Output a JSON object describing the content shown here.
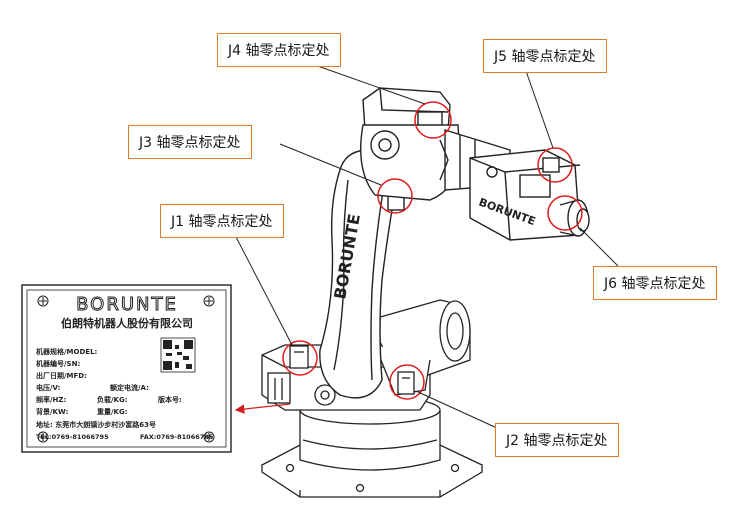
{
  "colors": {
    "callout_border": "#e07b2a",
    "marker": "#e01b1b",
    "line": "#222222",
    "arrow": "#d21e1e"
  },
  "callouts": {
    "j1": "J1 轴零点标定处",
    "j2": "J2 轴零点标定处",
    "j3": "J3 轴零点标定处",
    "j4": "J4 轴零点标定处",
    "j5": "J5 轴零点标定处",
    "j6": "J6 轴零点标定处"
  },
  "nameplate": {
    "brand": "BORUNTE",
    "company": "伯朗特机器人股份有限公司",
    "fields": {
      "model": "机器规格/MODEL:",
      "serial": "机器编号/SN:",
      "date": "出厂日期/MFD:",
      "voltage": "电压/V:",
      "current": "额定电流/A:",
      "freq": "频率/HZ:",
      "load": "负载/KG:",
      "version": "版本号:",
      "power": "背景/KW:",
      "weight": "重量/KG:",
      "address": "地址: 东莞市大朗镇沙步村沙富路63号",
      "tel": "TEL:0769-81066795",
      "fax": "FAX:0769-81066785"
    }
  },
  "robot_labels": {
    "arm_brand": "BORUNTE",
    "head_brand": "BORUNTE"
  }
}
